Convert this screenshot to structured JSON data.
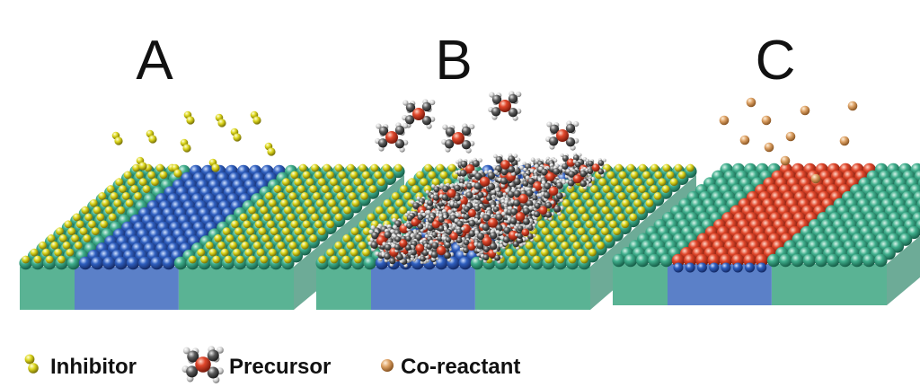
{
  "panels": [
    {
      "id": "A",
      "label": "A",
      "center_stripe": "substrate",
      "adsorbates": "inhibitor"
    },
    {
      "id": "B",
      "label": "B",
      "center_stripe": "substrate",
      "adsorbates": "precursor"
    },
    {
      "id": "C",
      "label": "C",
      "center_stripe": "deposited",
      "adsorbates": "co-reactant"
    }
  ],
  "legend": [
    {
      "key": "inhibitor",
      "label": "Inhibitor",
      "icon": "inhibitor-icon"
    },
    {
      "key": "precursor",
      "label": "Precursor",
      "icon": "precursor-icon"
    },
    {
      "key": "co-reactant",
      "label": "Co-reactant",
      "icon": "co-reactant-icon"
    }
  ],
  "colors": {
    "non_growth_atom": "#2f9a7c",
    "growth_atom": "#2b55a8",
    "deposited_atom": "#d9472c",
    "inhibitor": "#d8d41f",
    "precursor_center": "#d9472c",
    "precursor_ligand": "#555555",
    "hydrogen": "#cfcfcf",
    "co_reactant": "#d9a061",
    "non_growth_block": "#5ab394",
    "growth_block": "#5b80c8"
  }
}
